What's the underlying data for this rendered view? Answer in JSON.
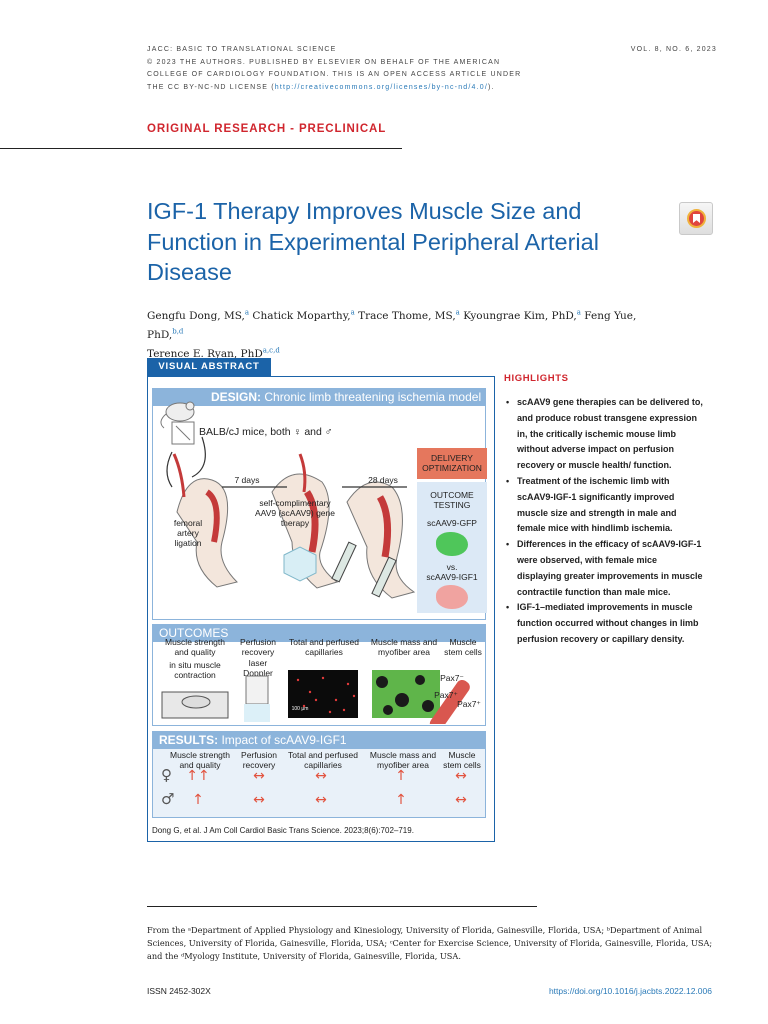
{
  "header": {
    "journal": "JACC: BASIC TO TRANSLATIONAL SCIENCE",
    "copyright": "© 2023 THE AUTHORS. PUBLISHED BY ELSEVIER ON BEHALF OF THE AMERICAN",
    "copyright2": "COLLEGE OF CARDIOLOGY FOUNDATION. THIS IS AN OPEN ACCESS ARTICLE UNDER",
    "license_prefix": "THE CC BY-NC-ND LICENSE (",
    "license_url": "http://creativecommons.org/licenses/by-nc-nd/4.0/",
    "license_suffix": ").",
    "volume": "VOL. 8, NO. 6, 2023"
  },
  "section_label": "ORIGINAL RESEARCH - PRECLINICAL",
  "title": "IGF-1 Therapy Improves Muscle Size and Function in Experimental Peripheral Arterial Disease",
  "authors": [
    {
      "name": "Gengfu Dong, MS,",
      "aff": "a"
    },
    {
      "name": "Chatick Moparthy,",
      "aff": "a"
    },
    {
      "name": "Trace Thome, MS,",
      "aff": "a"
    },
    {
      "name": "Kyoungrae Kim, PhD,",
      "aff": "a"
    },
    {
      "name": "Feng Yue, PhD,",
      "aff": "b,d"
    },
    {
      "name": "Terence E. Ryan, PhD",
      "aff": "a,c,d"
    }
  ],
  "visual_abstract": {
    "tab": "VISUAL ABSTRACT",
    "design_head_bold": "DESIGN:",
    "design_head_rest": " Chronic limb threatening ischemia model",
    "mice_label": "BALB/cJ mice, both ♀ and ♂",
    "ligation": "femoral artery ligation",
    "days7": "7 days",
    "days28": "28 days",
    "vector": "self-complimentary AAV9 (scAAV9) gene therapy",
    "delivery": "DELIVERY OPTIMIZATION",
    "outcome_testing": "OUTCOME TESTING",
    "gfp": "scAAV9-GFP",
    "vs": "vs.",
    "igf": "scAAV9-IGF1",
    "outcomes_head": "OUTCOMES",
    "outcomes": [
      {
        "title": "Muscle strength and quality",
        "sub": "in situ muscle contraction"
      },
      {
        "title": "Perfusion recovery",
        "sub": "laser Doppler"
      },
      {
        "title": "Total and perfused capillaries",
        "sub": ""
      },
      {
        "title": "Muscle mass and myofiber area",
        "sub": ""
      },
      {
        "title": "Muscle stem cells",
        "sub": ""
      }
    ],
    "scale_bar": "100 μm",
    "pax7_labels": [
      "Pax7⁻",
      "Pax7⁺",
      "Pax7⁺"
    ],
    "results_head_bold": "RESULTS:",
    "results_head_rest": " Impact of scAAV9-IGF1",
    "results_cols": [
      "Muscle strength and quality",
      "Perfusion recovery",
      "Total and perfused capillaries",
      "Muscle mass and myofiber area",
      "Muscle stem cells"
    ],
    "results_rows": [
      {
        "sex": "♀",
        "arrows": [
          "↑↑",
          "↔",
          "↔",
          "↑",
          "↔"
        ]
      },
      {
        "sex": "♂",
        "arrows": [
          "↑",
          "↔",
          "↔",
          "↑",
          "↔"
        ]
      }
    ],
    "citation": "Dong G, et al. J Am Coll Cardiol Basic Trans Science. 2023;8(6):702–719."
  },
  "highlights": {
    "title": "HIGHLIGHTS",
    "items": [
      "scAAV9 gene therapies can be delivered to, and produce robust transgene expression in, the critically ischemic mouse limb without adverse impact on perfusion recovery or muscle health/ function.",
      "Treatment of the ischemic limb with scAAV9-IGF-1 significantly improved muscle size and strength in male and female mice with hindlimb ischemia.",
      "Differences in the efficacy of scAAV9-IGF-1 were observed, with female mice displaying greater improvements in muscle contractile function than male mice.",
      "IGF-1–mediated improvements in muscle function occurred without changes in limb perfusion recovery or capillary density."
    ]
  },
  "affiliations": "From the ᵃDepartment of Applied Physiology and Kinesiology, University of Florida, Gainesville, Florida, USA; ᵇDepartment of Animal Sciences, University of Florida, Gainesville, Florida, USA; ᶜCenter for Exercise Science, University of Florida, Gainesville, Florida, USA; and the ᵈMyology Institute, University of Florida, Gainesville, Florida, USA.",
  "issn": "ISSN 2452-302X",
  "doi": "https://doi.org/10.1016/j.jacbts.2022.12.006",
  "colors": {
    "brand_blue": "#1b63a8",
    "accent_red": "#d0262e",
    "arrow": "#e2533f"
  }
}
